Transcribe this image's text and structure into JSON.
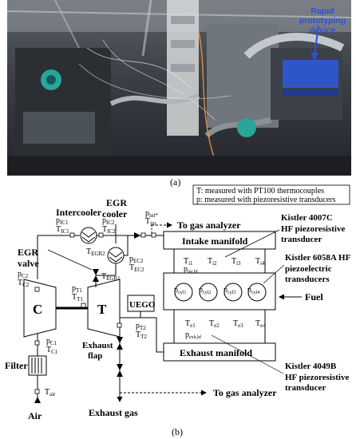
{
  "photo": {
    "device_label_line1": "Rapid prototyping",
    "device_label_line2": "device",
    "caption": "(a)"
  },
  "diagram": {
    "caption": "(b)",
    "legend": {
      "line1": "T: measured with PT100 thermocouples",
      "line2": "p: measured with piezoresistive transducers"
    },
    "blocks": {
      "intercooler": "Intercooler",
      "egr_cooler_1": "EGR",
      "egr_cooler_2": "cooler",
      "egr_valve_1": "EGR",
      "egr_valve_2": "valve",
      "compressor": "C",
      "turbine": "T",
      "uego": "UEGO",
      "filter": "Filter",
      "air": "Air",
      "exhaust_flap_1": "Exhaust",
      "exhaust_flap_2": "flap",
      "exhaust_gas": "Exhaust gas",
      "intake_manifold": "Intake manifold",
      "exhaust_manifold": "Exhaust manifold",
      "to_gas_analyzer_top": "To gas analyzer",
      "to_gas_analyzer_bottom": "To gas analyzer",
      "fuel": "Fuel"
    },
    "transducers": {
      "k4007_1": "Kistler 4007C",
      "k4007_2": "HF piezoresistive",
      "k4007_3": "transducer",
      "k6058_1": "Kistler 6058A HF",
      "k6058_2": "piezoelectric",
      "k6058_3": "transducers",
      "k4049_1": "Kistler 4049B",
      "k4049_2": "HF piezoresistive",
      "k4049_3": "transducer"
    },
    "sensors": {
      "pIC1": "p",
      "pIC1_sub": "IC1",
      "TIC1": "T",
      "TIC1_sub": "IC1",
      "pIC2": "p",
      "pIC2_sub": "IC2",
      "TIC2": "T",
      "TIC2_sub": "IC2",
      "pint": "p",
      "pint_sub": "int*",
      "Tint": "T",
      "Tint_sub": "int",
      "TEGR2": "T",
      "TEGR2_sub": "EGR2",
      "pEC2": "p",
      "pEC2_sub": "EC2",
      "TEC2": "T",
      "TEC2_sub": "EC2",
      "TEGR1": "T",
      "TEGR1_sub": "EGR1",
      "pC2": "p",
      "pC2_sub": "C2",
      "TC2": "T",
      "TC2_sub": "C2",
      "pT1": "p",
      "pT1_sub": "T1",
      "TT1": "T",
      "TT1_sub": "T1",
      "pT2": "p",
      "pT2_sub": "T2",
      "TT2": "T",
      "TT2_sub": "T2",
      "pC1": "p",
      "pC1_sub": "C1",
      "TC1": "T",
      "TC1_sub": "C1",
      "Tair": "T",
      "Tair_sub": "air",
      "Ti1": "T",
      "Ti1_sub": "i1",
      "Ti2": "T",
      "Ti2_sub": "i2",
      "Ti3": "T",
      "Ti3_sub": "i3",
      "Ti4": "T",
      "Ti4_sub": "i4",
      "pintHF": "p",
      "pintHF_sub": "int,hf",
      "pcyl1": "p",
      "pcyl1_sub": "cyl1",
      "pcyl2": "p",
      "pcyl2_sub": "cyl2",
      "pcyl3": "p",
      "pcyl3_sub": "cyl3",
      "pcyl4": "p",
      "pcyl4_sub": "cyl4",
      "Te1": "T",
      "Te1_sub": "e1",
      "Te2": "T",
      "Te2_sub": "e2",
      "Te3": "T",
      "Te3_sub": "e3",
      "Te4": "T",
      "Te4_sub": "e4",
      "pexhHF": "p",
      "pexhHF_sub": "exh,hf"
    }
  }
}
